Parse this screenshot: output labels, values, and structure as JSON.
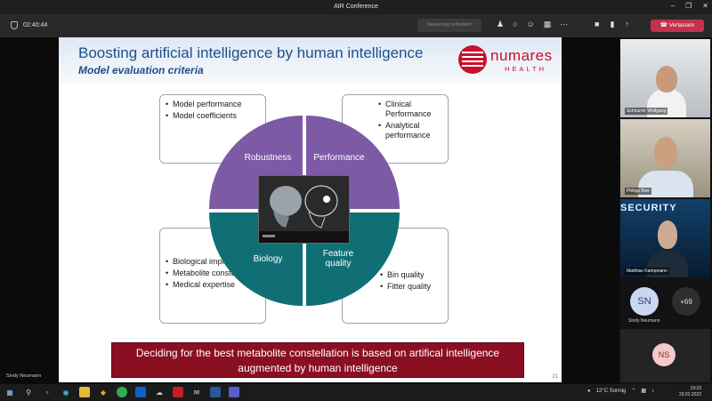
{
  "window": {
    "title": "AIR Conference",
    "controls": [
      "–",
      "❐",
      "✕"
    ]
  },
  "meeting": {
    "elapsed": "02:40:44",
    "request_control_label": "Steuerung anfordern",
    "leave_label": "Verlassen",
    "accent_leave": "#c4314b"
  },
  "slide": {
    "title": "Boosting artificial intelligence by human intelligence",
    "subtitle": "Model evaluation criteria",
    "logo": {
      "name": "numares",
      "sub": "HEALTH"
    },
    "quadrants": {
      "robustness": "Robustness",
      "performance": "Performance",
      "biology": "Biology",
      "feature_quality": "Feature quality"
    },
    "boxes": {
      "top_left": [
        "Model performance",
        "Model coefficients"
      ],
      "top_right": [
        "Clinical Performance",
        "Analytical performance"
      ],
      "bottom_left": [
        "Biological implications",
        "Metabolite constellation",
        "Medical expertise"
      ],
      "bottom_right": [
        "Bin quality",
        "Fitter quality"
      ]
    },
    "banner": "Deciding for the best metabolite constellation is based on artifical intelligence augmented by human intelligence",
    "page_number": "21",
    "colors": {
      "purple": "#7c5aa6",
      "teal": "#0f6f75",
      "banner": "#8b0f23",
      "title": "#1f4e8c"
    }
  },
  "presenter_name": "Sindy Neumann",
  "participants": [
    {
      "name": "Schnurrer Wolfgang"
    },
    {
      "name": "Philipp Borr"
    },
    {
      "name": "Matthias Kampmann",
      "overlay_text": "SECURITY"
    }
  ],
  "avatars": [
    {
      "initials": "SN",
      "label": "Sindy Neumann"
    },
    {
      "initials": "+69"
    },
    {
      "initials": "NS"
    }
  ],
  "taskbar": {
    "weather": "12°C  Sonnig",
    "time": "19:23",
    "date": "23.02.2022"
  }
}
